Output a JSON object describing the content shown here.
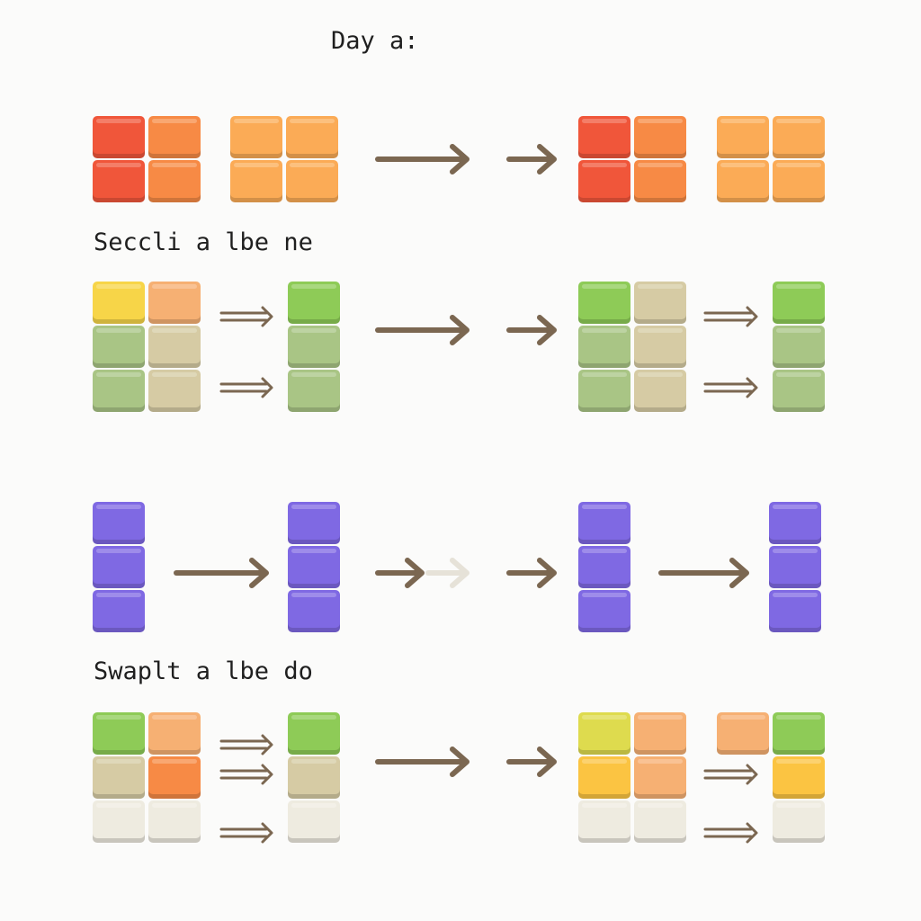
{
  "title": "Day a:",
  "section_labels": {
    "first": "Seccli a lbe ne",
    "second": "Swaplt a lbe do"
  },
  "colors": {
    "red": "#f0563a",
    "orange": "#f78a45",
    "light_orange": "#fbab56",
    "peach": "#f6b073",
    "yellow": "#f7d548",
    "yellow_green": "#dedb4e",
    "gold": "#fbc442",
    "green": "#8ecb57",
    "sage": "#a9c585",
    "tan": "#d6cba4",
    "cream": "#eeebe0",
    "purple": "#7f69e3",
    "arrow": "#7b6751",
    "faded_arrow": "#e6e2d8"
  },
  "rows": [
    {
      "name": "row-warm-blocks",
      "before": [
        {
          "name": "block-grid-warm-1",
          "cells": [
            [
              "red",
              "orange"
            ],
            [
              "red",
              "orange"
            ]
          ]
        },
        {
          "name": "block-grid-warm-2",
          "cells": [
            [
              "light_orange",
              "light_orange"
            ],
            [
              "light_orange",
              "light_orange"
            ]
          ]
        }
      ],
      "after": [
        {
          "name": "block-grid-warm-3",
          "cells": [
            [
              "red",
              "orange"
            ],
            [
              "red",
              "orange"
            ]
          ]
        },
        {
          "name": "block-grid-warm-4",
          "cells": [
            [
              "light_orange",
              "light_orange"
            ],
            [
              "light_orange",
              "light_orange"
            ]
          ]
        }
      ]
    },
    {
      "name": "row-green-blocks",
      "before": [
        {
          "name": "block-grid-green-1",
          "cells": [
            [
              "yellow",
              "peach"
            ],
            [
              "sage",
              "tan"
            ],
            [
              "sage",
              "tan"
            ]
          ]
        },
        {
          "name": "block-column-green-1",
          "cells": [
            [
              "green"
            ],
            [
              "sage"
            ],
            [
              "sage"
            ]
          ]
        }
      ],
      "after": [
        {
          "name": "block-grid-green-2",
          "cells": [
            [
              "green",
              "tan"
            ],
            [
              "sage",
              "tan"
            ],
            [
              "sage",
              "tan"
            ]
          ]
        },
        {
          "name": "block-column-green-2",
          "cells": [
            [
              "green"
            ],
            [
              "sage"
            ],
            [
              "sage"
            ]
          ]
        }
      ]
    },
    {
      "name": "row-purple-blocks",
      "before": [
        {
          "name": "block-column-purple-1",
          "cells": [
            [
              "purple"
            ],
            [
              "purple"
            ],
            [
              "purple"
            ]
          ]
        },
        {
          "name": "block-column-purple-2",
          "cells": [
            [
              "purple"
            ],
            [
              "purple"
            ],
            [
              "purple"
            ]
          ]
        }
      ],
      "after": [
        {
          "name": "block-column-purple-3",
          "cells": [
            [
              "purple"
            ],
            [
              "purple"
            ],
            [
              "purple"
            ]
          ]
        },
        {
          "name": "block-column-purple-4",
          "cells": [
            [
              "purple"
            ],
            [
              "purple"
            ],
            [
              "purple"
            ]
          ]
        }
      ]
    },
    {
      "name": "row-swap-blocks",
      "before": [
        {
          "name": "block-grid-swap-1",
          "cells": [
            [
              "green",
              "peach"
            ],
            [
              "tan",
              "orange"
            ],
            [
              "cream",
              "cream"
            ]
          ]
        },
        {
          "name": "block-column-swap-1",
          "cells": [
            [
              "green"
            ],
            [
              "tan"
            ],
            [
              "cream"
            ]
          ]
        }
      ],
      "after": [
        {
          "name": "block-grid-swap-2",
          "cells": [
            [
              "yellow_green",
              "peach"
            ],
            [
              "gold",
              "peach"
            ],
            [
              "cream",
              "cream"
            ]
          ]
        },
        {
          "name": "block-grid-swap-3",
          "cells": [
            [
              "peach",
              "green"
            ],
            [
              null,
              "gold"
            ],
            [
              null,
              "cream"
            ]
          ]
        }
      ]
    }
  ]
}
